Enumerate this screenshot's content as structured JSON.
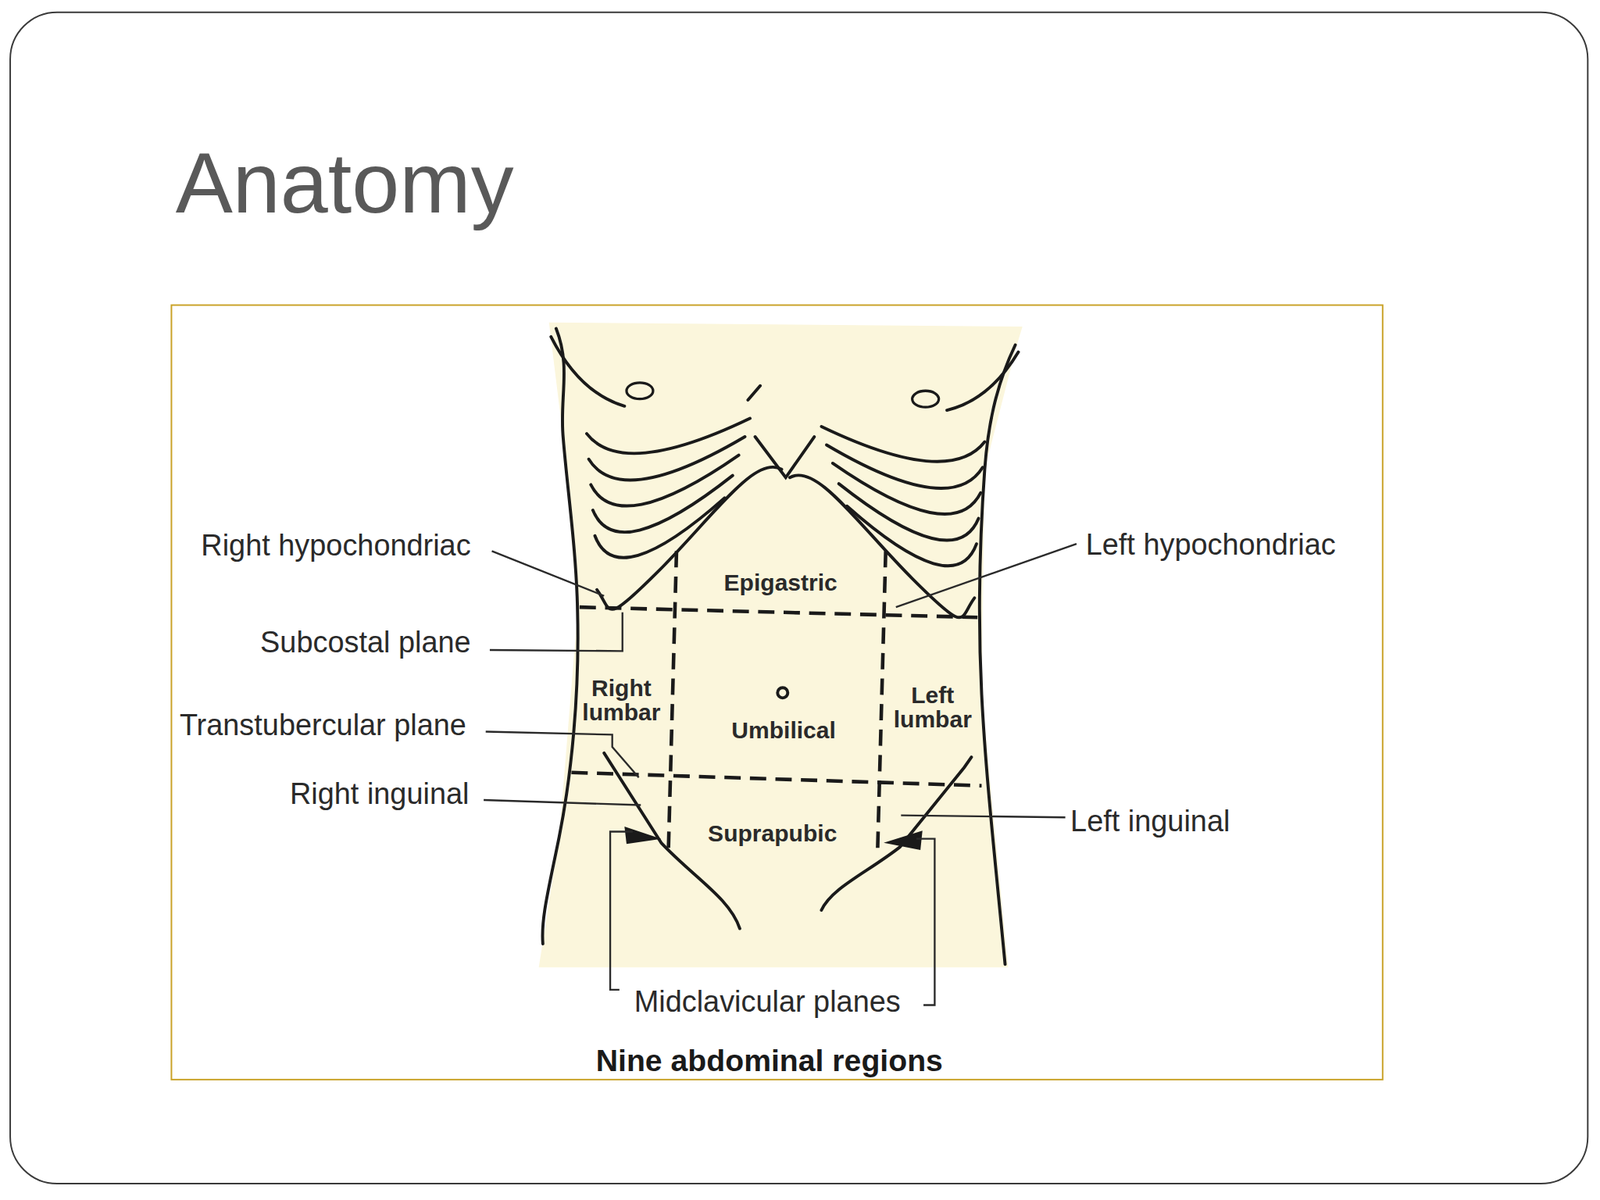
{
  "diagram": {
    "title": "Anatomy",
    "caption": "Nine abdominal regions",
    "labels": [
      "Right hypochondriac",
      "Epigastric",
      "Left hypochondriac",
      "Subcostal plane",
      "Right lumbar",
      "Umbilical",
      "Left lumbar",
      "Transtubercular plane",
      "Right inguinal",
      "Suprapubic",
      "Left inguinal",
      "Midclavicular planes"
    ]
  }
}
